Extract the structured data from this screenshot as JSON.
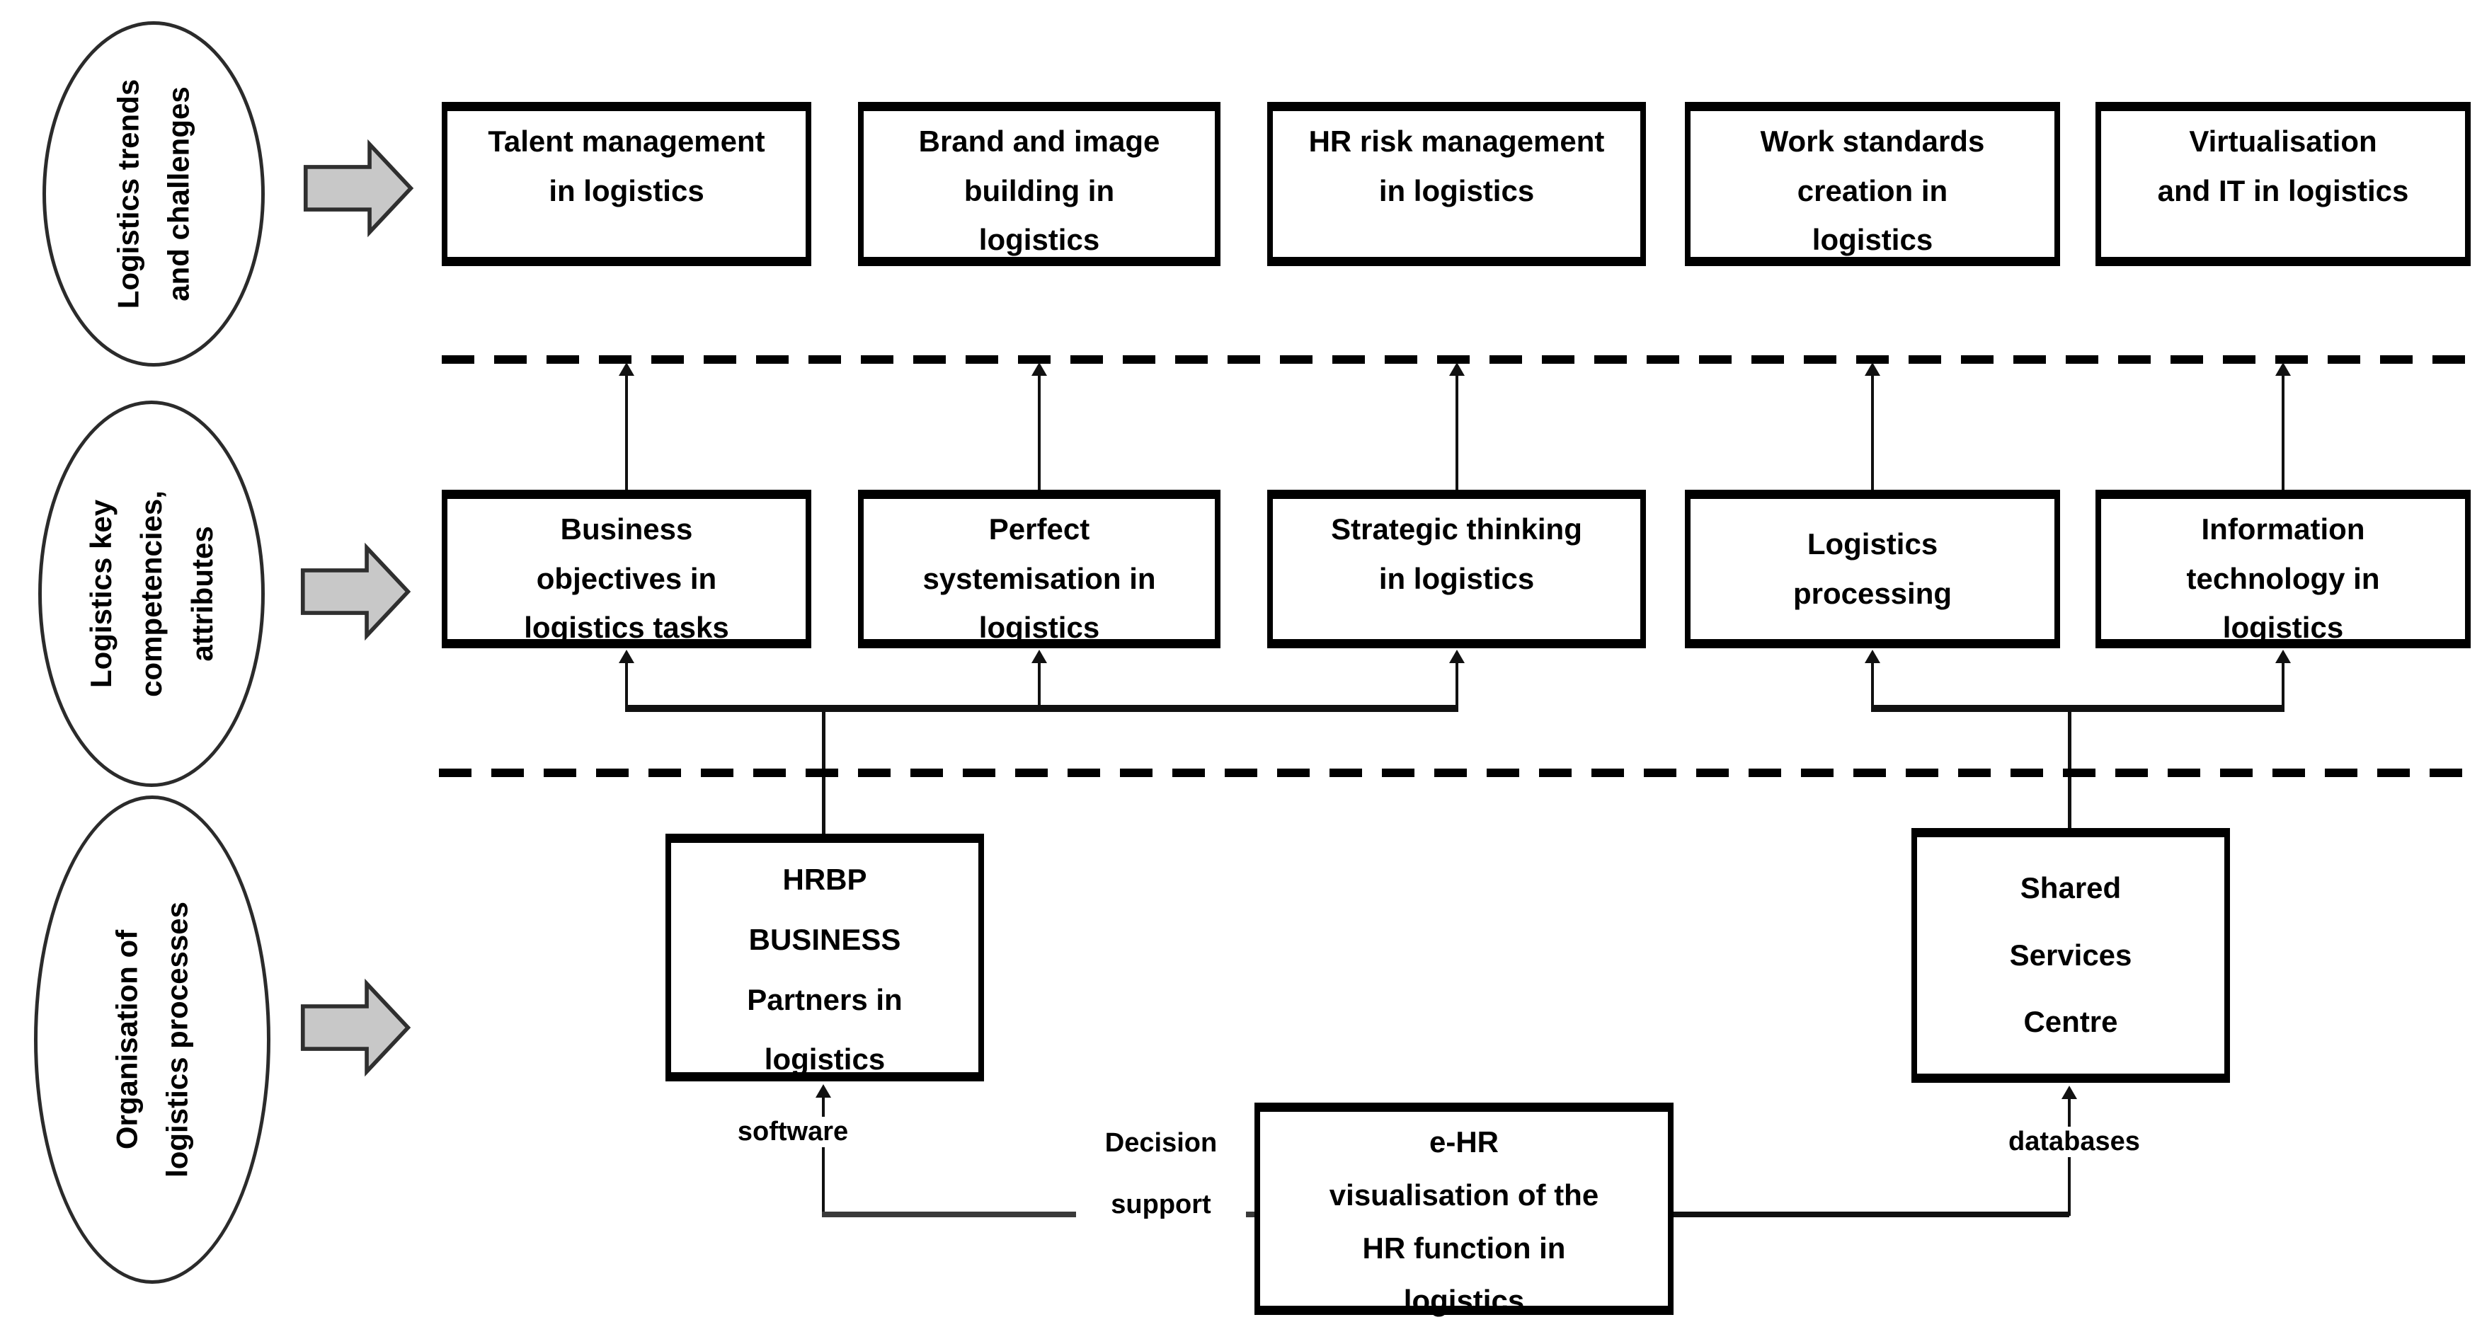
{
  "diagram": {
    "ellipses": [
      {
        "id": "trends",
        "lines": [
          "Logistics trends",
          "and challenges"
        ]
      },
      {
        "id": "competencies",
        "lines": [
          "Logistics key",
          "competencies,",
          "attributes"
        ]
      },
      {
        "id": "organisation",
        "lines": [
          "Organisation of",
          "logistics processes"
        ]
      }
    ],
    "top_row": [
      {
        "lines": [
          "Talent management",
          "in logistics"
        ]
      },
      {
        "lines": [
          "Brand and image",
          "building in",
          "logistics"
        ]
      },
      {
        "lines": [
          "HR risk management",
          "in logistics"
        ]
      },
      {
        "lines": [
          "Work standards",
          "creation in",
          "logistics"
        ]
      },
      {
        "lines": [
          "Virtualisation",
          "and IT in logistics"
        ]
      }
    ],
    "middle_row": [
      {
        "lines": [
          "Business",
          "objectives in",
          "logistics tasks"
        ]
      },
      {
        "lines": [
          "Perfect",
          "systemisation in",
          "logistics"
        ]
      },
      {
        "lines": [
          "Strategic thinking",
          "in logistics"
        ]
      },
      {
        "lines": [
          "Logistics",
          "processing"
        ]
      },
      {
        "lines": [
          "Information",
          "technology in",
          "logistics"
        ]
      }
    ],
    "bottom": {
      "hrbp": {
        "lines": [
          "HRBP",
          "BUSINESS",
          "Partners in",
          "logistics"
        ]
      },
      "shared_services": {
        "lines": [
          "Shared",
          "Services",
          "Centre"
        ]
      },
      "ehr": {
        "lines": [
          "e-HR",
          "visualisation of the",
          "HR function in",
          "logistics"
        ]
      }
    },
    "labels": {
      "software": "software",
      "databases": "databases",
      "decision_support": {
        "lines": [
          "Decision",
          "support"
        ]
      }
    },
    "icons": {
      "flow_arrow": "block-arrow-right"
    },
    "colors": {
      "background": "#ffffff",
      "line": "#111111",
      "text": "#000000",
      "arrow_fill": "#c8c8c8",
      "arrow_stroke": "#2f2f2f"
    }
  }
}
